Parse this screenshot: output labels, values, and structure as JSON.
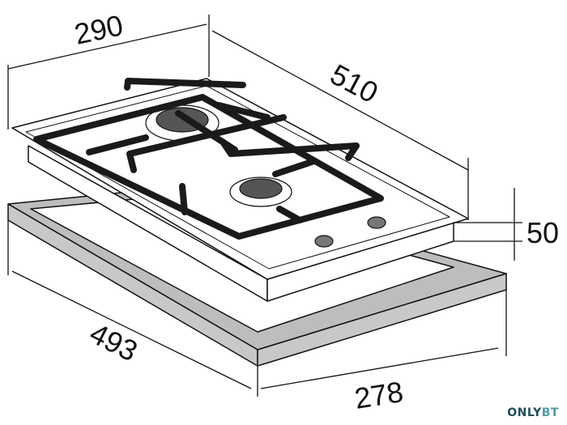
{
  "dimensions": {
    "hob_width": "290",
    "hob_depth": "510",
    "hob_height": "50",
    "cutout_depth": "493",
    "cutout_width": "278"
  },
  "watermark": {
    "part1": "ONLY",
    "part2": "BT"
  },
  "colors": {
    "line": "#111111",
    "frame": "#bdbdbd",
    "grate": "#1a1a1a",
    "burner": "#555555",
    "watermark_dark": "#1e4d5c",
    "watermark_light": "#4f9aa8"
  }
}
